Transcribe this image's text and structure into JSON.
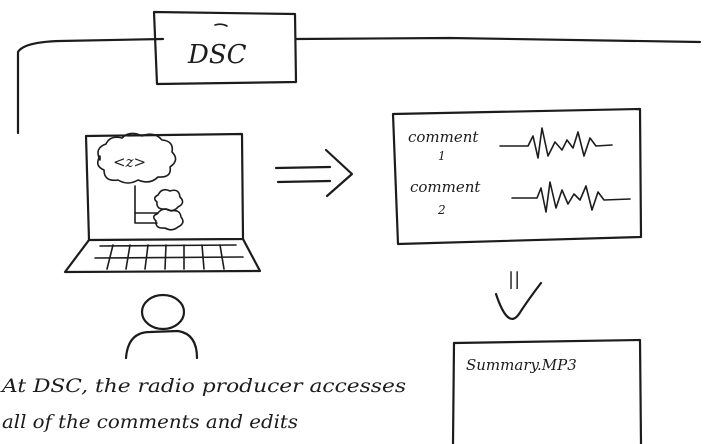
{
  "dsc_label": "DSC",
  "laptop_screen_text": "<z>",
  "comments": [
    {
      "word": "comment",
      "number": "1"
    },
    {
      "word": "comment",
      "number": "2"
    }
  ],
  "arrow_between_down": "||",
  "summary_file": "Summary.MP3",
  "caption_lines": [
    "At DSC, the radio producer accesses",
    "all of the comments and edits"
  ]
}
